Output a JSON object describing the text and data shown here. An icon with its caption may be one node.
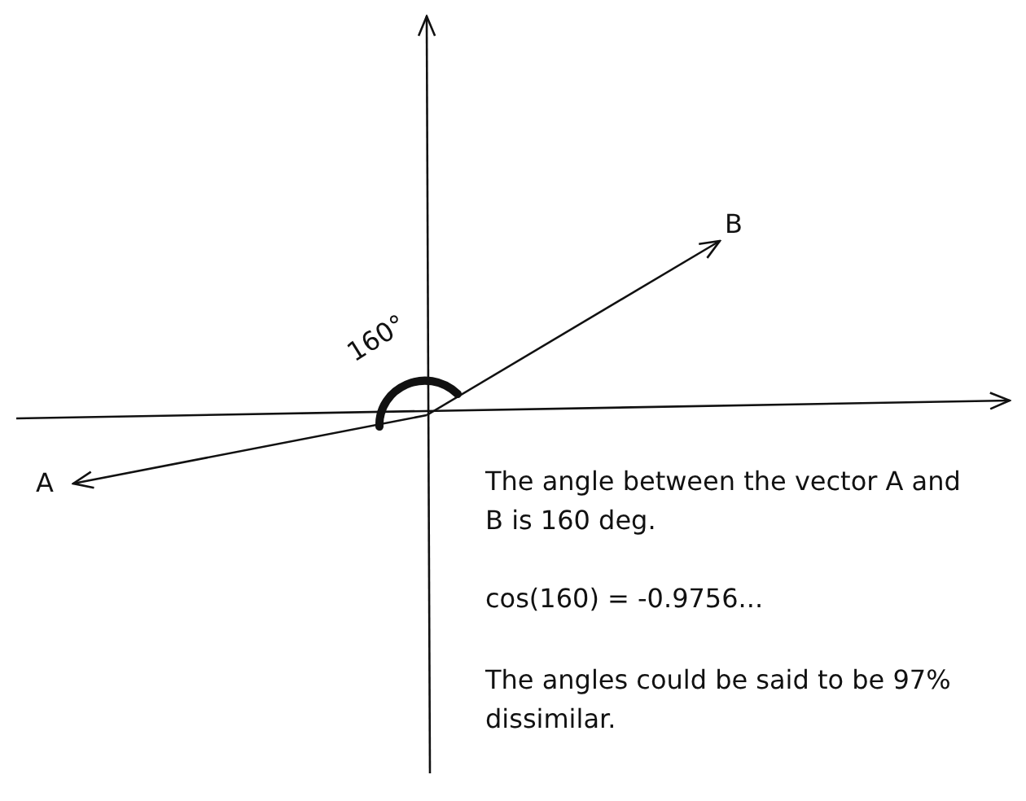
{
  "diagram": {
    "labels": [
      "B",
      "160°",
      "A",
      "The angle between the vector A and B is 160 deg.",
      "cos(160) = -0.9756...",
      "The angles could be said to be 97% dissimilar."
    ]
  }
}
